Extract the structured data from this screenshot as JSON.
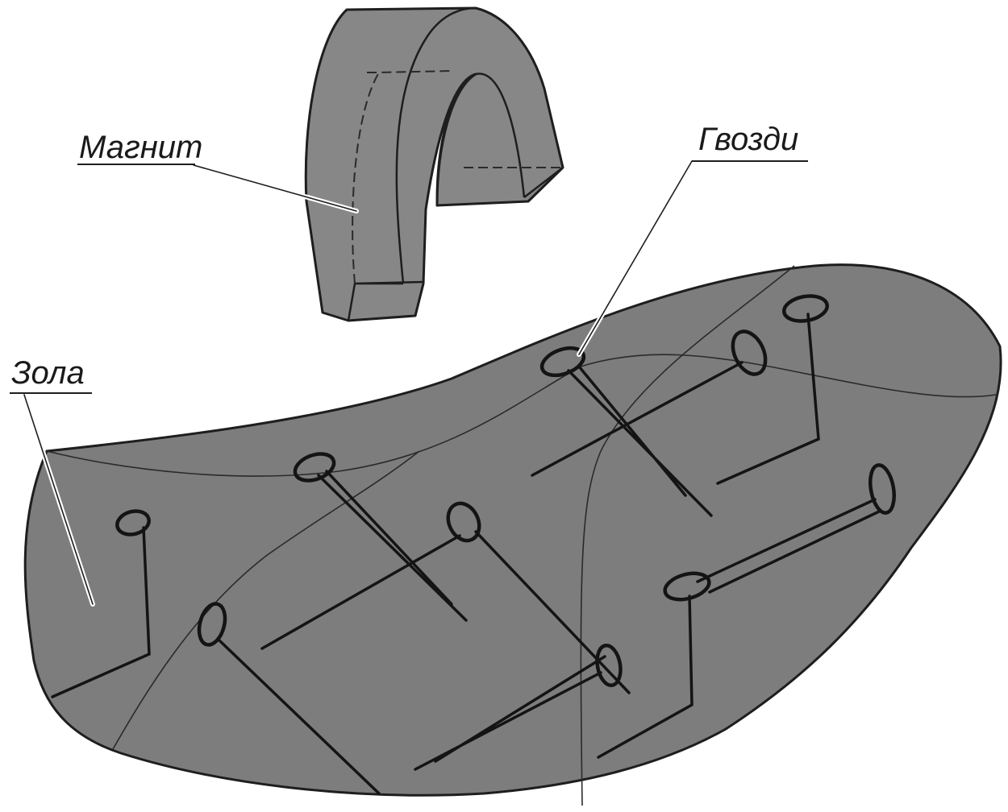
{
  "labels": {
    "magnet": "Магнит",
    "nails": "Гвозди",
    "ash": "Зола"
  },
  "colors": {
    "ash_fill": "#7d7d7d",
    "magnet_fill": "#878787",
    "outline": "#1e1e1e",
    "background": "#ffffff"
  }
}
